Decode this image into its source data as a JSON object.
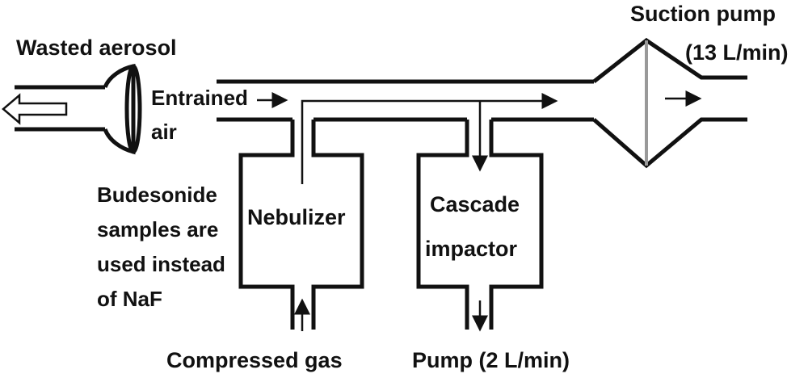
{
  "labels": {
    "wasted_aerosol": "Wasted aerosol",
    "entrained_air_line1": "Entrained",
    "entrained_air_line2": "air",
    "suction_pump_line1": "Suction pump",
    "suction_pump_line2": "(13 L/min)",
    "nebulizer": "Nebulizer",
    "cascade_line1": "Cascade",
    "cascade_line2": "impactor",
    "note_line1": "Budesonide",
    "note_line2": "samples are",
    "note_line3": "used instead",
    "note_line4": "of NaF",
    "compressed_gas": "Compressed gas",
    "pump_2": "Pump (2 L/min)"
  }
}
